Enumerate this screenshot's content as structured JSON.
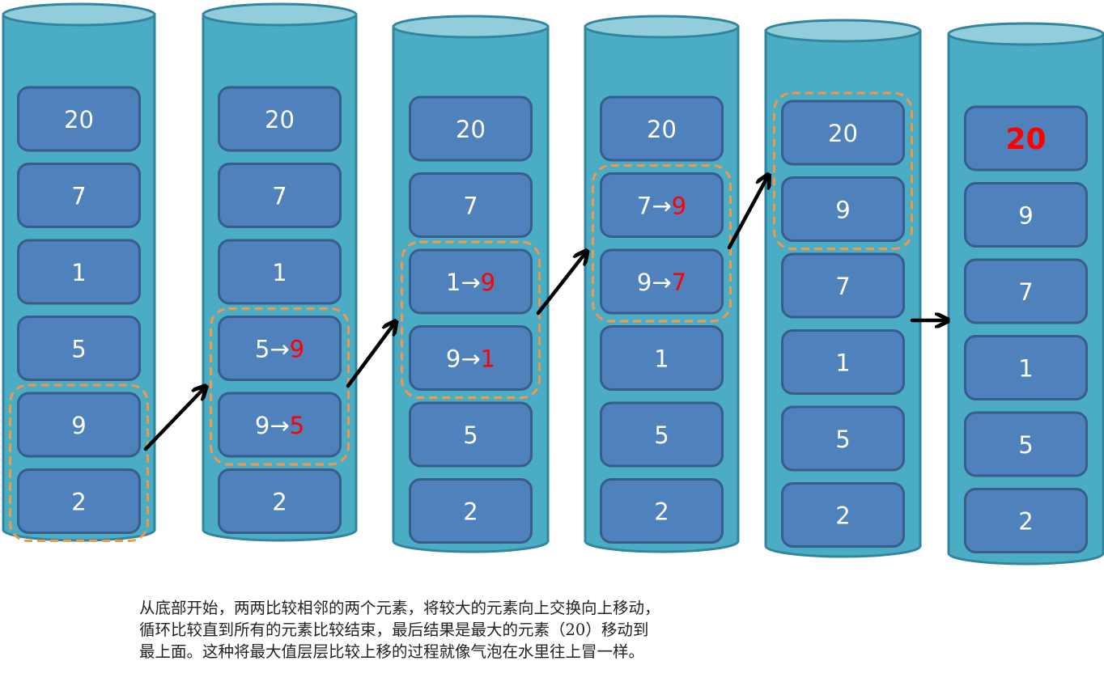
{
  "title": "Bubble sort: first pass moving the largest element (20) to the top",
  "colors": {
    "cylinder_body": "#4aacc5",
    "cylinder_top": "#92cddc",
    "cylinder_outline": "#31859c",
    "box_fill": "#4f81bd",
    "box_outline": "#385d8a",
    "box_text": "#ffffff",
    "highlight_text": "#ff0000",
    "compare_frame": "#f79646",
    "arrow": "#000000"
  },
  "stages": [
    {
      "id": "stage-1",
      "boxes": [
        {
          "parts": [
            {
              "text": "20",
              "hl": false
            }
          ]
        },
        {
          "parts": [
            {
              "text": "7",
              "hl": false
            }
          ]
        },
        {
          "parts": [
            {
              "text": "1",
              "hl": false
            }
          ]
        },
        {
          "parts": [
            {
              "text": "5",
              "hl": false
            }
          ]
        },
        {
          "parts": [
            {
              "text": "9",
              "hl": false
            }
          ]
        },
        {
          "parts": [
            {
              "text": "2",
              "hl": false
            }
          ]
        }
      ],
      "compare_pair": [
        4,
        5
      ]
    },
    {
      "id": "stage-2",
      "boxes": [
        {
          "parts": [
            {
              "text": "20",
              "hl": false
            }
          ]
        },
        {
          "parts": [
            {
              "text": "7",
              "hl": false
            }
          ]
        },
        {
          "parts": [
            {
              "text": "1",
              "hl": false
            }
          ]
        },
        {
          "parts": [
            {
              "text": "5→",
              "hl": false
            },
            {
              "text": "9",
              "hl": true
            }
          ]
        },
        {
          "parts": [
            {
              "text": "9→",
              "hl": false
            },
            {
              "text": "5",
              "hl": true
            }
          ]
        },
        {
          "parts": [
            {
              "text": "2",
              "hl": false
            }
          ]
        }
      ],
      "compare_pair": [
        3,
        4
      ]
    },
    {
      "id": "stage-3",
      "boxes": [
        {
          "parts": [
            {
              "text": "20",
              "hl": false
            }
          ]
        },
        {
          "parts": [
            {
              "text": "7",
              "hl": false
            }
          ]
        },
        {
          "parts": [
            {
              "text": "1→",
              "hl": false
            },
            {
              "text": "9",
              "hl": true
            }
          ]
        },
        {
          "parts": [
            {
              "text": "9→",
              "hl": false
            },
            {
              "text": "1",
              "hl": true
            }
          ]
        },
        {
          "parts": [
            {
              "text": "5",
              "hl": false
            }
          ]
        },
        {
          "parts": [
            {
              "text": "2",
              "hl": false
            }
          ]
        }
      ],
      "compare_pair": [
        2,
        3
      ]
    },
    {
      "id": "stage-4",
      "boxes": [
        {
          "parts": [
            {
              "text": "20",
              "hl": false
            }
          ]
        },
        {
          "parts": [
            {
              "text": "7→",
              "hl": false
            },
            {
              "text": "9",
              "hl": true
            }
          ]
        },
        {
          "parts": [
            {
              "text": "9→",
              "hl": false
            },
            {
              "text": "7",
              "hl": true
            }
          ]
        },
        {
          "parts": [
            {
              "text": "1",
              "hl": false
            }
          ]
        },
        {
          "parts": [
            {
              "text": "5",
              "hl": false
            }
          ]
        },
        {
          "parts": [
            {
              "text": "2",
              "hl": false
            }
          ]
        }
      ],
      "compare_pair": [
        1,
        2
      ]
    },
    {
      "id": "stage-5",
      "boxes": [
        {
          "parts": [
            {
              "text": "20",
              "hl": false
            }
          ]
        },
        {
          "parts": [
            {
              "text": "9",
              "hl": false
            }
          ]
        },
        {
          "parts": [
            {
              "text": "7",
              "hl": false
            }
          ]
        },
        {
          "parts": [
            {
              "text": "1",
              "hl": false
            }
          ]
        },
        {
          "parts": [
            {
              "text": "5",
              "hl": false
            }
          ]
        },
        {
          "parts": [
            {
              "text": "2",
              "hl": false
            }
          ]
        }
      ],
      "compare_pair": [
        0,
        1
      ]
    },
    {
      "id": "stage-6-result",
      "boxes": [
        {
          "parts": [
            {
              "text": "20",
              "hl": true
            }
          ],
          "bold": true
        },
        {
          "parts": [
            {
              "text": "9",
              "hl": false
            }
          ]
        },
        {
          "parts": [
            {
              "text": "7",
              "hl": false
            }
          ]
        },
        {
          "parts": [
            {
              "text": "1",
              "hl": false
            }
          ]
        },
        {
          "parts": [
            {
              "text": "5",
              "hl": false
            }
          ]
        },
        {
          "parts": [
            {
              "text": "2",
              "hl": false
            }
          ]
        }
      ],
      "compare_pair": null
    }
  ],
  "caption": {
    "lines": [
      "从底部开始，两两比较相邻的两个元素，将较大的元素向上交换向上移动，",
      "循环比较直到所有的元素比较结束，最后结果是最大的元素（20）移动到",
      "最上面。这种将最大值层层比较上移的过程就像气泡在水里往上冒一样。"
    ]
  }
}
